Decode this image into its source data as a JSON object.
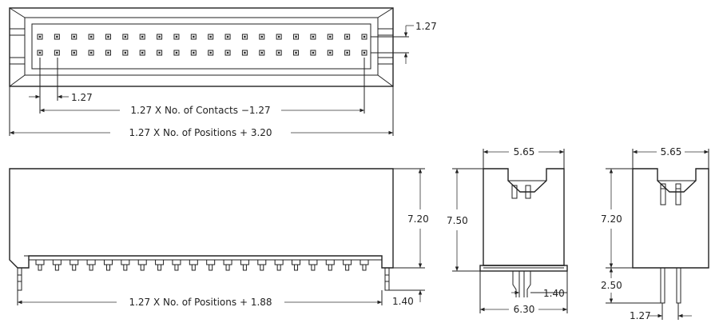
{
  "top_view": {
    "pitch_label_right": "1.27",
    "pitch_label_left": "1.27",
    "contacts_formula": "1.27 X No. of Contacts −1.27",
    "positions_formula": "1.27 X No. of Positions + 3.20",
    "contacts_per_row": 20,
    "rows": 2
  },
  "side_view": {
    "height_label": "7.20",
    "pin_label": "1.40",
    "length_formula": "1.27 X No. of Positions + 1.88",
    "pin_count": 20
  },
  "end_view_a": {
    "width_top": "5.65",
    "height": "7.50",
    "pin_width": "1.40",
    "base_width": "6.30"
  },
  "end_view_b": {
    "width_top": "5.65",
    "height": "7.20",
    "pin_length": "2.50",
    "pin_pitch": "1.27"
  }
}
